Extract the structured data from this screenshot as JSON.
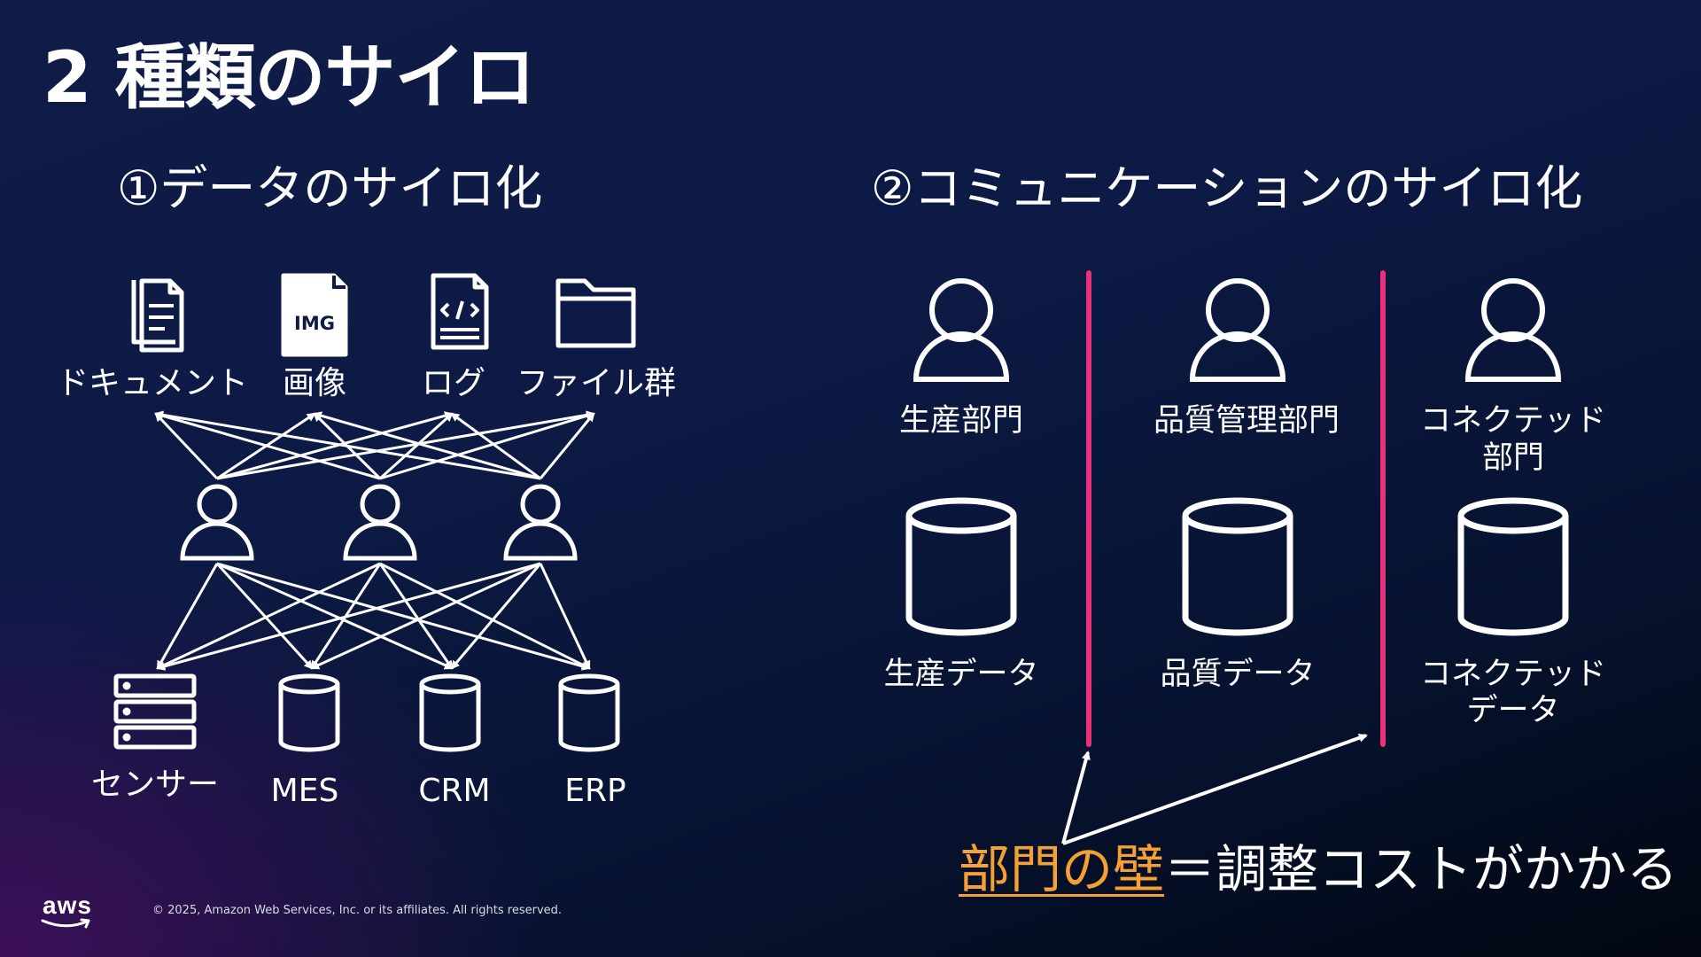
{
  "title": "2 種類のサイロ",
  "left_section": {
    "heading": "①データのサイロ化",
    "sources": [
      {
        "icon": "document-icon",
        "label": "ドキュメント"
      },
      {
        "icon": "image-file-icon",
        "label": "画像"
      },
      {
        "icon": "code-file-icon",
        "label": "ログ"
      },
      {
        "icon": "folder-icon",
        "label": "ファイル群"
      }
    ],
    "systems": [
      {
        "icon": "server-icon",
        "label": "センサー"
      },
      {
        "icon": "database-icon",
        "label": "MES"
      },
      {
        "icon": "database-icon",
        "label": "CRM"
      },
      {
        "icon": "database-icon",
        "label": "ERP"
      }
    ]
  },
  "right_section": {
    "heading": "②コミュニケーションのサイロ化",
    "departments": [
      {
        "name": "生産部門",
        "data": "生産データ"
      },
      {
        "name": "品質管理部門",
        "data": "品質データ"
      },
      {
        "name_lines": [
          "コネクテッド",
          "部門"
        ],
        "data_lines": [
          "コネクテッド",
          "データ"
        ]
      }
    ],
    "wall_color": "#e8317a"
  },
  "bottom_note": {
    "highlight": "部門の壁",
    "rest": "＝調整コストがかかる",
    "highlight_color": "#f5a034"
  },
  "footer": {
    "logo": "aws",
    "copyright": "© 2025, Amazon Web Services, Inc. or its affiliates. All rights reserved."
  }
}
